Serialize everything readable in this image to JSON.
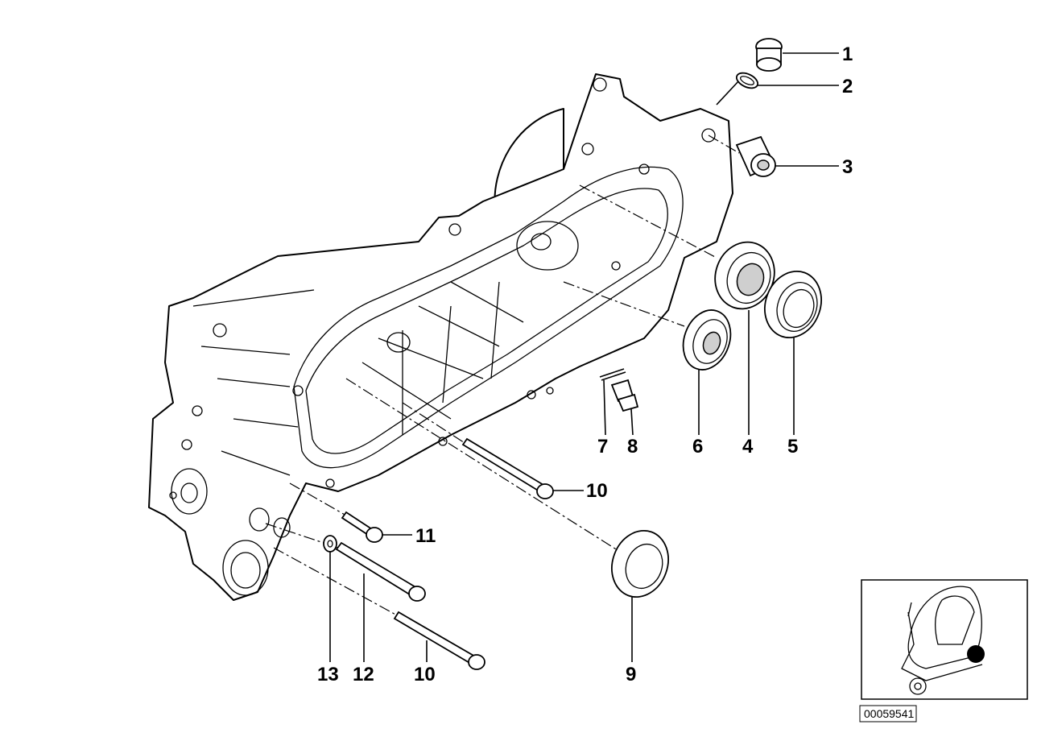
{
  "diagram": {
    "callouts": [
      {
        "id": "c1",
        "label": "1"
      },
      {
        "id": "c2",
        "label": "2"
      },
      {
        "id": "c3",
        "label": "3"
      },
      {
        "id": "c4",
        "label": "4"
      },
      {
        "id": "c5",
        "label": "5"
      },
      {
        "id": "c6",
        "label": "6"
      },
      {
        "id": "c7",
        "label": "7"
      },
      {
        "id": "c8",
        "label": "8"
      },
      {
        "id": "c9",
        "label": "9"
      },
      {
        "id": "c10a",
        "label": "10"
      },
      {
        "id": "c10b",
        "label": "10"
      },
      {
        "id": "c11",
        "label": "11"
      },
      {
        "id": "c12",
        "label": "12"
      },
      {
        "id": "c13",
        "label": "13"
      }
    ],
    "reference_number": "00059541"
  }
}
